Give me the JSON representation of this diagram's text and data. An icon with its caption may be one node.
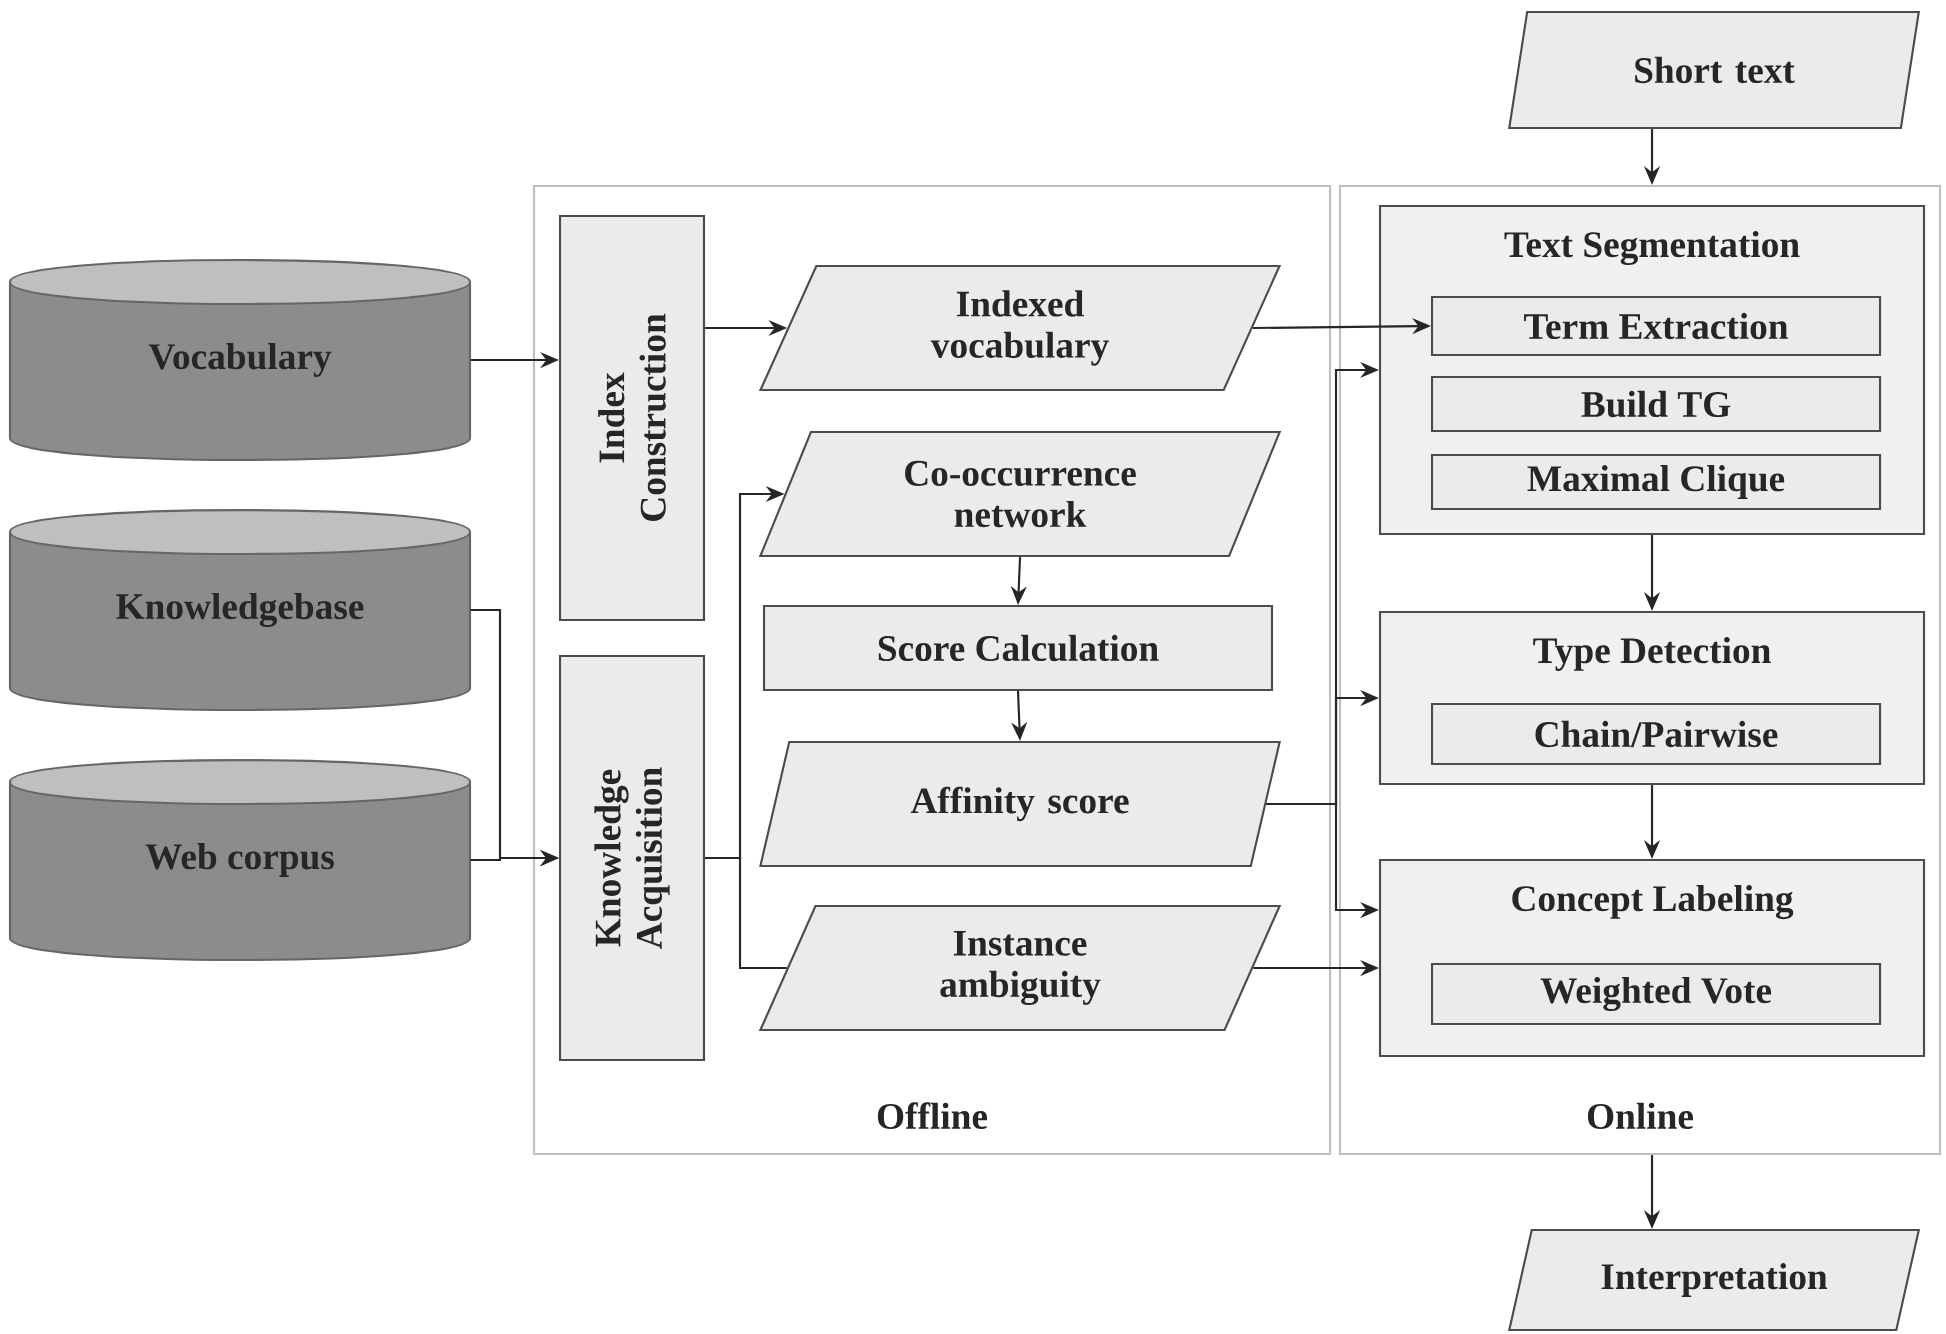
{
  "diagram": {
    "nodes": [
      {
        "text": [
          "Offline"
        ]
      },
      {
        "text": [
          "Online"
        ]
      },
      {
        "text": [
          "Vocabulary"
        ]
      },
      {
        "text": [
          "Knowledgebase"
        ]
      },
      {
        "text": [
          "Web corpus"
        ]
      },
      {
        "text": [
          "Index Construction"
        ],
        "in": 0
      },
      {
        "text": [
          "Knowledge Acquisition"
        ],
        "in": 0
      },
      {
        "text": [
          "Indexed vocabulary"
        ],
        "in": 0
      },
      {
        "text": [
          "Co-occurrence network"
        ],
        "in": 0
      },
      {
        "text": [
          "Score Calculation"
        ],
        "in": 0
      },
      {
        "text": [
          "Affinity score"
        ],
        "in": 0
      },
      {
        "text": [
          "Instance ambiguity"
        ],
        "in": 0
      },
      {
        "text": [
          "Short text"
        ]
      },
      {
        "text": [
          "Text Segmentation"
        ],
        "in": 1
      },
      {
        "text": [
          "Term Extraction"
        ],
        "in": 13
      },
      {
        "text": [
          "Build TG"
        ],
        "in": 13
      },
      {
        "text": [
          "Maximal Clique"
        ],
        "in": 13
      },
      {
        "text": [
          "Type Detection"
        ],
        "in": 1
      },
      {
        "text": [
          "Chain/Pairwise"
        ],
        "in": 17
      },
      {
        "text": [
          "Concept Labeling"
        ],
        "in": 1
      },
      {
        "text": [
          "Weighted Vote"
        ],
        "in": 19
      },
      {
        "text": [
          "Interpretation"
        ]
      }
    ],
    "edges": [
      {
        "from": 2,
        "to": 5,
        "arrow": "to"
      },
      {
        "from": 3,
        "to": 6,
        "arrow": "to"
      },
      {
        "from": 4,
        "to": 6,
        "arrow": "to"
      },
      {
        "from": 5,
        "to": 7,
        "arrow": "to"
      },
      {
        "from": 7,
        "to": 14,
        "arrow": "to"
      },
      {
        "from": 6,
        "to": 8,
        "arrow": "to"
      },
      {
        "from": 6,
        "to": 11,
        "arrow": "none"
      },
      {
        "from": 8,
        "to": 9,
        "arrow": "to"
      },
      {
        "from": 9,
        "to": 10,
        "arrow": "to"
      },
      {
        "from": 10,
        "to": 13,
        "arrow": "to"
      },
      {
        "from": 10,
        "to": 17,
        "arrow": "to"
      },
      {
        "from": 10,
        "to": 19,
        "arrow": "to"
      },
      {
        "from": 11,
        "to": 19,
        "arrow": "to"
      },
      {
        "from": 12,
        "to": 1,
        "arrow": "to"
      },
      {
        "from": 13,
        "to": 17,
        "arrow": "to"
      },
      {
        "from": 17,
        "to": 19,
        "arrow": "to"
      },
      {
        "from": 1,
        "to": 21,
        "arrow": "to"
      }
    ]
  }
}
